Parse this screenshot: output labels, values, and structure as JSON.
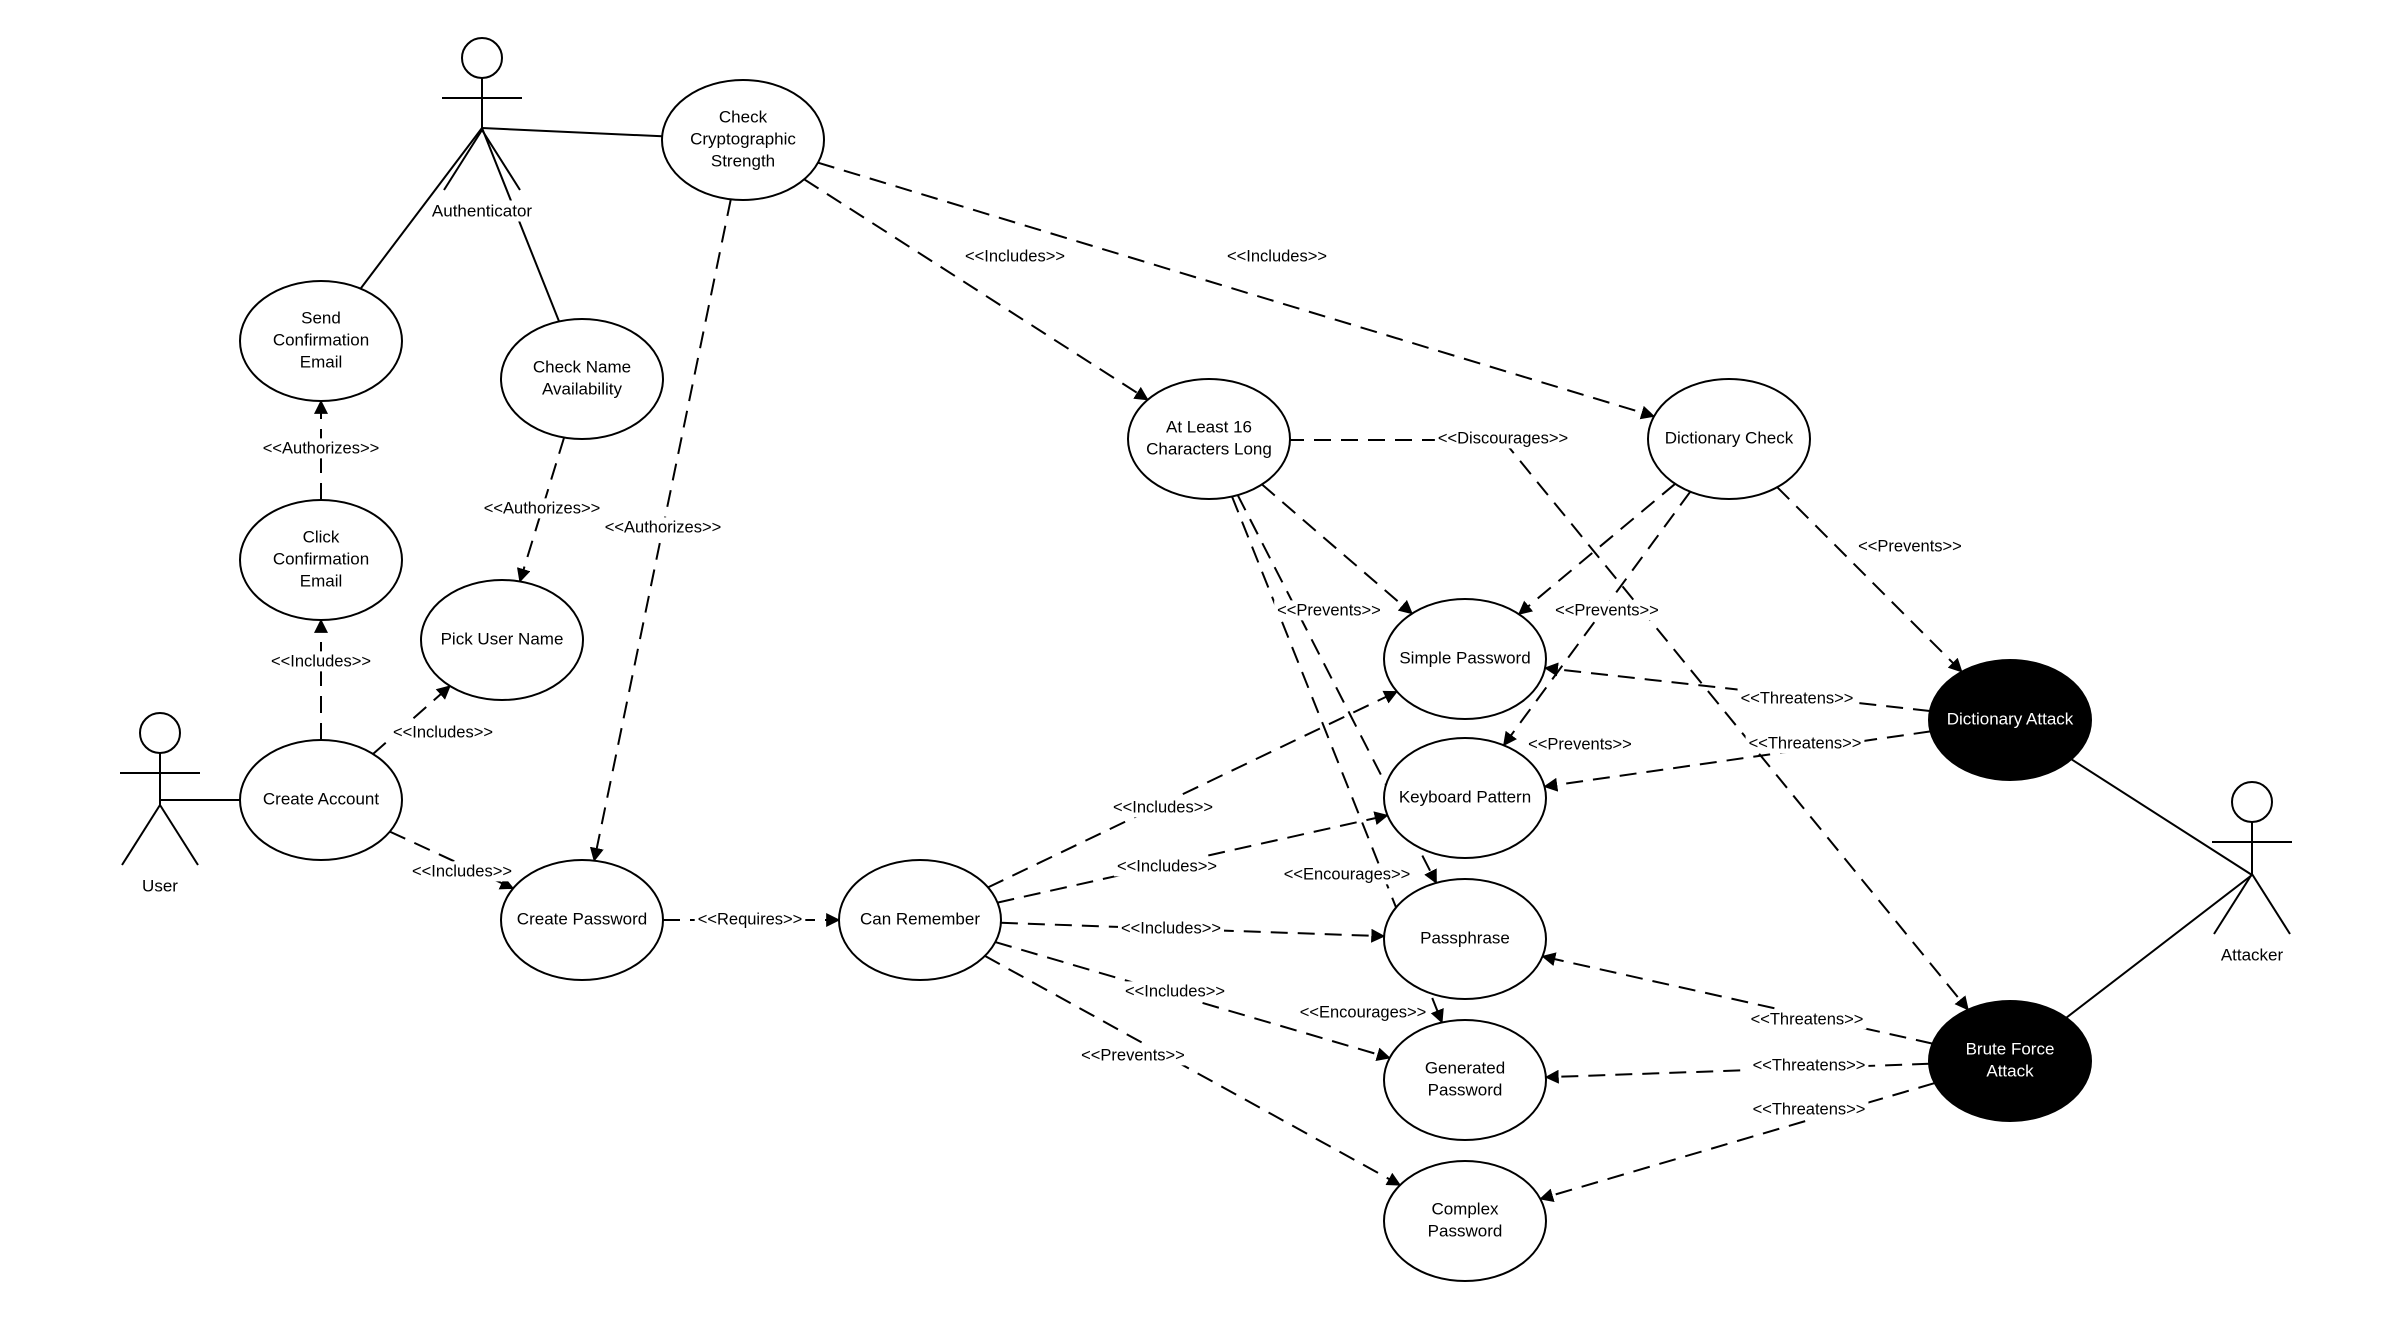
{
  "actors": [
    {
      "id": "authenticator",
      "label": "Authenticator"
    },
    {
      "id": "user",
      "label": "User"
    },
    {
      "id": "attacker",
      "label": "Attacker"
    }
  ],
  "use_cases": [
    {
      "id": "check_crypto",
      "lines": [
        "Check",
        "Cryptographic",
        "Strength"
      ],
      "style": "normal"
    },
    {
      "id": "send_email",
      "lines": [
        "Send",
        "Confirmation",
        "Email"
      ],
      "style": "normal"
    },
    {
      "id": "check_name",
      "lines": [
        "Check Name",
        "Availability"
      ],
      "style": "normal"
    },
    {
      "id": "click_email",
      "lines": [
        "Click",
        "Confirmation",
        "Email"
      ],
      "style": "normal"
    },
    {
      "id": "pick_name",
      "lines": [
        "Pick User Name"
      ],
      "style": "normal"
    },
    {
      "id": "create_account",
      "lines": [
        "Create Account"
      ],
      "style": "normal"
    },
    {
      "id": "create_password",
      "lines": [
        "Create Password"
      ],
      "style": "normal"
    },
    {
      "id": "can_remember",
      "lines": [
        "Can Remember"
      ],
      "style": "normal"
    },
    {
      "id": "at_least_16",
      "lines": [
        "At Least 16",
        "Characters Long"
      ],
      "style": "normal"
    },
    {
      "id": "dictionary_check",
      "lines": [
        "Dictionary Check"
      ],
      "style": "normal"
    },
    {
      "id": "simple_password",
      "lines": [
        "Simple Password"
      ],
      "style": "normal"
    },
    {
      "id": "keyboard_pattern",
      "lines": [
        "Keyboard Pattern"
      ],
      "style": "normal"
    },
    {
      "id": "passphrase",
      "lines": [
        "Passphrase"
      ],
      "style": "normal"
    },
    {
      "id": "generated_password",
      "lines": [
        "Generated",
        "Password"
      ],
      "style": "normal"
    },
    {
      "id": "complex_password",
      "lines": [
        "Complex",
        "Password"
      ],
      "style": "normal"
    },
    {
      "id": "dictionary_attack",
      "lines": [
        "Dictionary Attack"
      ],
      "style": "dark"
    },
    {
      "id": "brute_force",
      "lines": [
        "Brute Force",
        "Attack"
      ],
      "style": "dark"
    }
  ],
  "relations": [
    {
      "from": "authenticator",
      "to": "check_crypto",
      "type": "association",
      "label": ""
    },
    {
      "from": "authenticator",
      "to": "send_email",
      "type": "association",
      "label": ""
    },
    {
      "from": "authenticator",
      "to": "check_name",
      "type": "association",
      "label": ""
    },
    {
      "from": "user",
      "to": "create_account",
      "type": "association",
      "label": ""
    },
    {
      "from": "attacker",
      "to": "dictionary_attack",
      "type": "association",
      "label": ""
    },
    {
      "from": "attacker",
      "to": "brute_force",
      "type": "association",
      "label": ""
    },
    {
      "from": "click_email",
      "to": "send_email",
      "type": "dependency",
      "label": "<<Authorizes>>"
    },
    {
      "from": "create_account",
      "to": "click_email",
      "type": "dependency",
      "label": "<<Includes>>"
    },
    {
      "from": "check_name",
      "to": "pick_name",
      "type": "dependency",
      "label": "<<Authorizes>>"
    },
    {
      "from": "check_crypto",
      "to": "create_password",
      "type": "dependency",
      "label": "<<Authorizes>>"
    },
    {
      "from": "create_account",
      "to": "pick_name",
      "type": "dependency",
      "label": "<<Includes>>"
    },
    {
      "from": "create_account",
      "to": "create_password",
      "type": "dependency",
      "label": "<<Includes>>"
    },
    {
      "from": "create_password",
      "to": "can_remember",
      "type": "dependency",
      "label": "<<Requires>>"
    },
    {
      "from": "check_crypto",
      "to": "at_least_16",
      "type": "dependency",
      "label": "<<Includes>>"
    },
    {
      "from": "check_crypto",
      "to": "dictionary_check",
      "type": "dependency",
      "label": "<<Includes>>"
    },
    {
      "from": "at_least_16",
      "to": "brute_force",
      "type": "dependency",
      "label": "<<Discourages>>"
    },
    {
      "from": "at_least_16",
      "to": "simple_password",
      "type": "dependency",
      "label": "<<Prevents>>"
    },
    {
      "from": "at_least_16",
      "to": "passphrase",
      "type": "dependency",
      "label": "<<Encourages>>"
    },
    {
      "from": "at_least_16",
      "to": "generated_password",
      "type": "dependency",
      "label": "<<Encourages>>"
    },
    {
      "from": "dictionary_check",
      "to": "simple_password",
      "type": "dependency",
      "label": "<<Prevents>>"
    },
    {
      "from": "dictionary_check",
      "to": "keyboard_pattern",
      "type": "dependency",
      "label": "<<Prevents>>"
    },
    {
      "from": "dictionary_check",
      "to": "dictionary_attack",
      "type": "dependency",
      "label": "<<Prevents>>"
    },
    {
      "from": "can_remember",
      "to": "simple_password",
      "type": "dependency",
      "label": "<<Includes>>"
    },
    {
      "from": "can_remember",
      "to": "keyboard_pattern",
      "type": "dependency",
      "label": "<<Includes>>"
    },
    {
      "from": "can_remember",
      "to": "passphrase",
      "type": "dependency",
      "label": "<<Includes>>"
    },
    {
      "from": "can_remember",
      "to": "generated_password",
      "type": "dependency",
      "label": "<<Includes>>"
    },
    {
      "from": "can_remember",
      "to": "complex_password",
      "type": "dependency",
      "label": "<<Prevents>>"
    },
    {
      "from": "dictionary_attack",
      "to": "simple_password",
      "type": "dependency",
      "label": "<<Threatens>>"
    },
    {
      "from": "dictionary_attack",
      "to": "keyboard_pattern",
      "type": "dependency",
      "label": "<<Threatens>>"
    },
    {
      "from": "brute_force",
      "to": "passphrase",
      "type": "dependency",
      "label": "<<Threatens>>"
    },
    {
      "from": "brute_force",
      "to": "generated_password",
      "type": "dependency",
      "label": "<<Threatens>>"
    },
    {
      "from": "brute_force",
      "to": "complex_password",
      "type": "dependency",
      "label": "<<Threatens>>"
    }
  ]
}
